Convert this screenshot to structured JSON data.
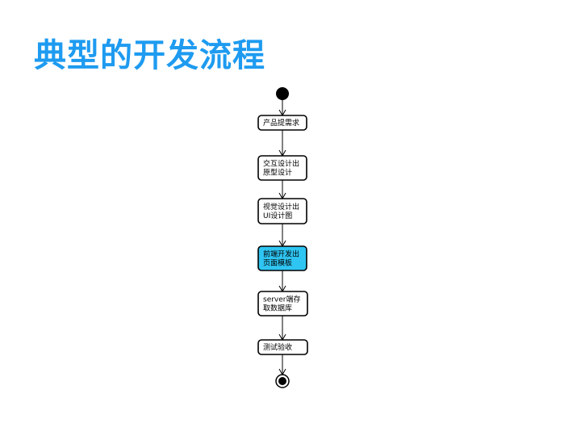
{
  "slide": {
    "title": "典型的开发流程"
  },
  "flow": {
    "colors": {
      "title": "#1E9BF0",
      "highlight_node": "#2FC5F2",
      "stroke": "#000000"
    },
    "steps": [
      {
        "id": "step-1",
        "lines": [
          "产品提需求"
        ],
        "highlight": false
      },
      {
        "id": "step-2",
        "lines": [
          "交互设计出",
          "原型设计"
        ],
        "highlight": false
      },
      {
        "id": "step-3",
        "lines": [
          "视觉设计出",
          "UI设计图"
        ],
        "highlight": false
      },
      {
        "id": "step-4",
        "lines": [
          "前端开发出",
          "页面模板"
        ],
        "highlight": true
      },
      {
        "id": "step-5",
        "lines": [
          "server端存",
          "取数据库"
        ],
        "highlight": false
      },
      {
        "id": "step-6",
        "lines": [
          "测试验收"
        ],
        "highlight": false
      }
    ]
  }
}
